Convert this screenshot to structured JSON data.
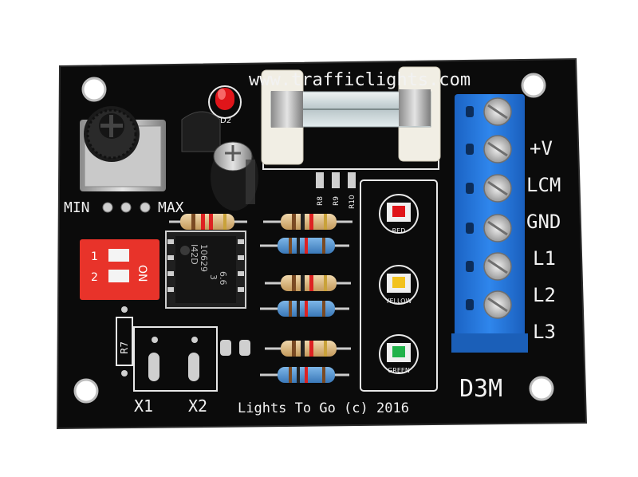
{
  "pcb": {
    "url": "www.trafficlights.com",
    "credit": "Lights To Go (c) 2016",
    "model": "D3M",
    "pot_min": "MIN",
    "pot_max": "MAX",
    "led_d2": "D2",
    "terminals": [
      "+V",
      "LCM",
      "GND",
      "L1",
      "L2",
      "L3"
    ],
    "dip": {
      "one": "1",
      "two": "2",
      "on": "ON"
    },
    "chip_lines": [
      "10629",
      "I42D",
      "3",
      "6.6"
    ],
    "r7": "R7",
    "smd_labels": [
      "R8",
      "R9",
      "R10"
    ],
    "jumpers": [
      "X1",
      "X2"
    ],
    "signal_leds": [
      "RED",
      "YELLOW",
      "GREEN"
    ]
  },
  "colors": {
    "board": "#0b0b0b",
    "silkscreen": "#f2f2f2",
    "terminal_block": "#1d6fd4",
    "dip_switch": "#e8332a",
    "led_red": "#e0151a",
    "led_yellow": "#f2c21e",
    "led_green": "#21b24a"
  }
}
